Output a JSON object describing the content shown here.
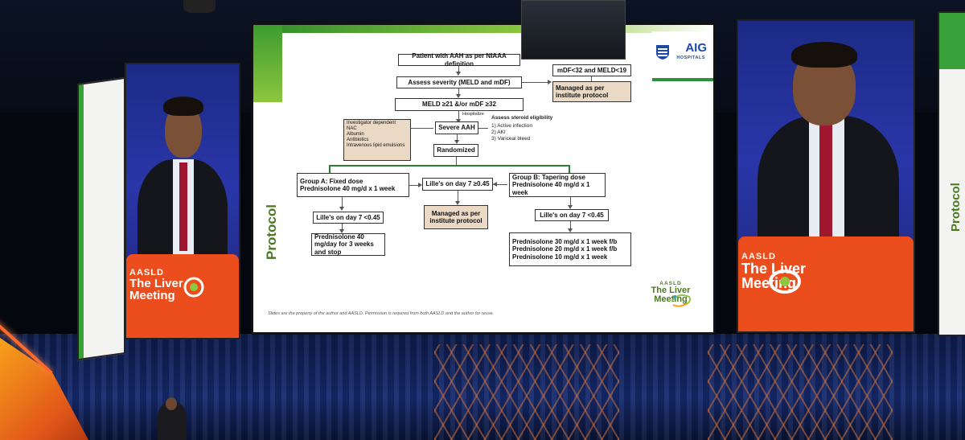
{
  "scene": "conference-presentation",
  "slide": {
    "side_title": "Protocol",
    "logo": {
      "brand": "AIG",
      "subtitle": "HOSPITALS"
    },
    "boxes": {
      "patient": "Patient with AAH as per NIAAA definition",
      "assess": "Assess severity (MELD and mDF)",
      "mdf_low": "mDF<32 and MELD<19",
      "managed_institute": "Managed as per institute protocol",
      "meld_high": "MELD ≥21 &/or mDF ≥32",
      "hospitalize": "Hospitalize",
      "severe": "Severe AAH",
      "investigator": "Investigator dependent\nNAC\nAlbumin\nAntibiotics\nIntravenous lipid emulsions",
      "steroid_title": "Assess steroid eligibility",
      "steroid_items": "1)   Active infection\n2)   AKI\n3)   Variceal bleed",
      "randomized": "Randomized",
      "group_a": "Group A: Fixed dose\nPrednisolone 40 mg/d x 1 week",
      "lille_high": "Lille's on day 7 ≥0.45",
      "group_b": "Group B: Tapering dose\nPrednisolone 40 mg/d x 1 week",
      "lille_low_a": "Lille's on day 7 <0.45",
      "managed_center": "Managed as per institute protocol",
      "lille_low_b": "Lille's on day 7 <0.45",
      "pred_a": "Prednisolone 40 mg/day for 3 weeks and stop",
      "pred_b": "Prednisolone 30 mg/d x 1 week f/b\nPrednisolone 20 mg/d x 1 week f/b\nPrednisolone 10 mg/d x 1 week"
    },
    "footnote": "Slides are the property of the author and AASLD. Permission is required from both AASLD and the author for reuse.",
    "meeting_logo": {
      "org": "AASLD",
      "name": "The Liver Meeting"
    }
  },
  "podium": {
    "org": "AASLD",
    "line1": "The Liver",
    "line2": "Meeting"
  },
  "colors": {
    "accent_green": "#3c9b2e",
    "podium_orange": "#ec4d1c",
    "aig_blue": "#1e4aa5",
    "tan": "#ead9c4"
  }
}
